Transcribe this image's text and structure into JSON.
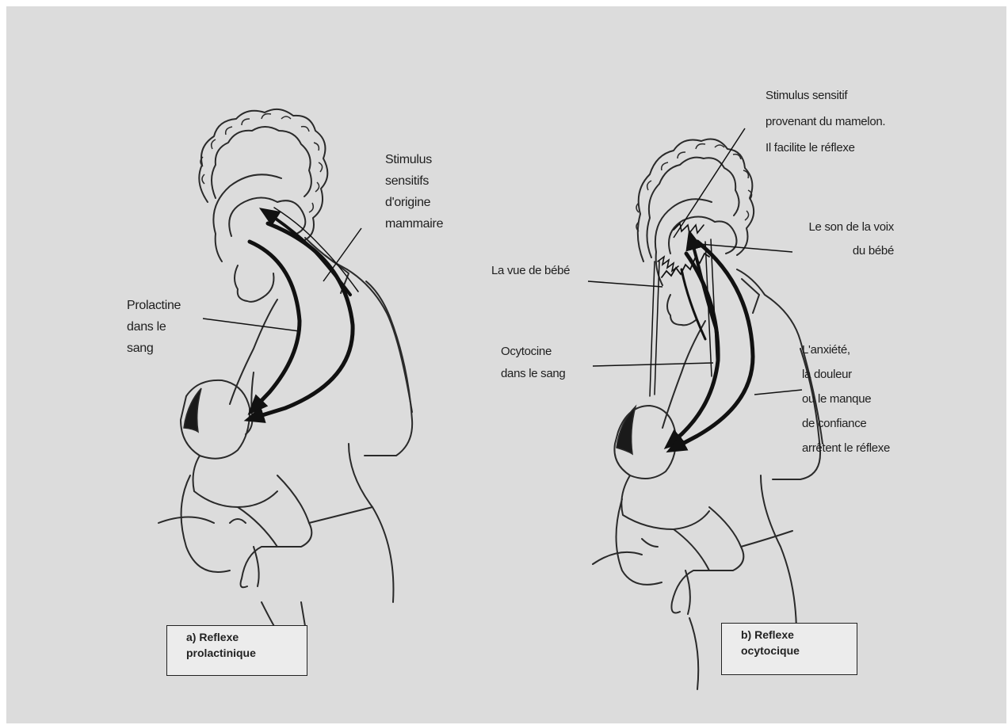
{
  "panel_a": {
    "caption": [
      "a) Reflexe",
      "prolactinique"
    ],
    "labels": {
      "stimulus": [
        "Stimulus",
        "sensitifs",
        "d'origine",
        "mammaire"
      ],
      "prolactine": [
        "Prolactine",
        "dans le",
        "sang"
      ]
    }
  },
  "panel_b": {
    "caption": [
      "b) Reflexe",
      "ocytocique"
    ],
    "labels": {
      "stimulus": [
        "Stimulus sensitif",
        "provenant du mamelon.",
        "Il facilite le réflexe"
      ],
      "voix": [
        "Le son de la voix",
        "du bébé"
      ],
      "vue": [
        "La vue de bébé"
      ],
      "ocytocine": [
        "Ocytocine",
        "dans le sang"
      ],
      "anxiete": [
        "L'anxiété,",
        "la douleur",
        "ou le manque",
        "de confiance",
        "arrêtent le réflexe"
      ]
    }
  }
}
